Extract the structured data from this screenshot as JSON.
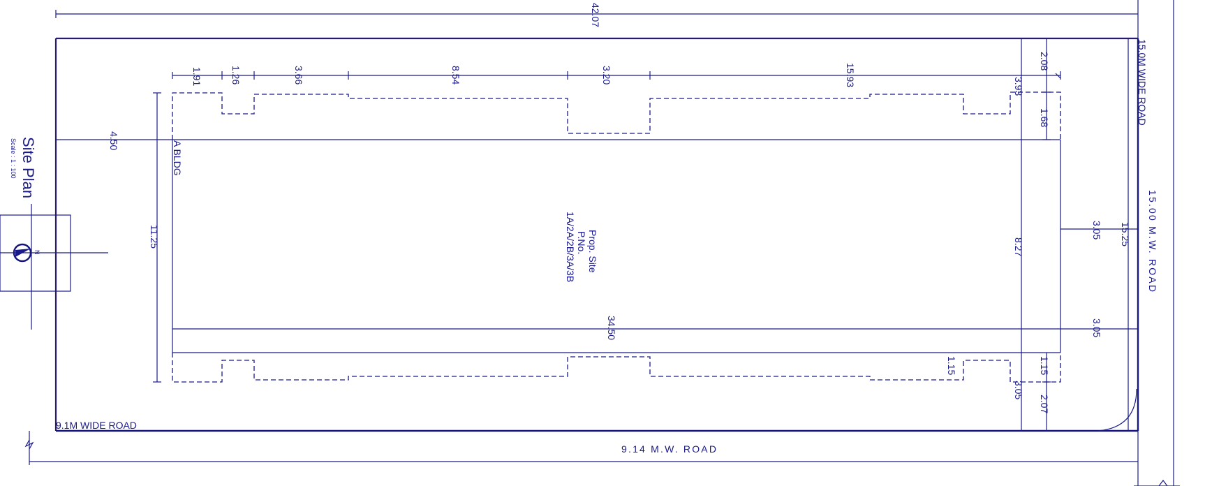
{
  "title": {
    "name": "Site Plan",
    "scale": "Scale : 1 : 100"
  },
  "north_arrow": {
    "letter": "N"
  },
  "site": {
    "label_line1": "Prop. Site",
    "label_line2": "P.No.",
    "label_line3": "1A/2A/2B/3A/3B",
    "building_label": "A BLDG"
  },
  "roads": {
    "bottom_inner": "9.1M WIDE ROAD",
    "bottom_outer": "9.14 M.W. ROAD",
    "right_inner": "15.0M WIDE ROAD",
    "right_outer": "15.00 M.W. ROAD"
  },
  "dimensions": {
    "total_length": "42.07",
    "front_setback": "4.50",
    "building_depth": "11.25",
    "segment_1": "1.91",
    "segment_2": "1.26",
    "segment_3": "3.66",
    "segment_4": "8.54",
    "segment_5": "3.20",
    "segment_6": "15.93",
    "top_offset_a": "2.08",
    "top_offset_b": "3.93",
    "top_offset_c": "1.68",
    "inner_depth": "8.27",
    "rear_setback_upper": "3.05",
    "rear_setback_lower": "3.05",
    "plot_depth": "15.25",
    "building_length": "34.50",
    "bottom_offset_a": "1.15",
    "bottom_offset_b": "1.15",
    "bottom_offset_c": "3.05",
    "bottom_offset_d": "2.07"
  },
  "colors": {
    "line": "#1a1a8c",
    "plot_border": "#2a1a6e",
    "background": "#ffffff"
  }
}
